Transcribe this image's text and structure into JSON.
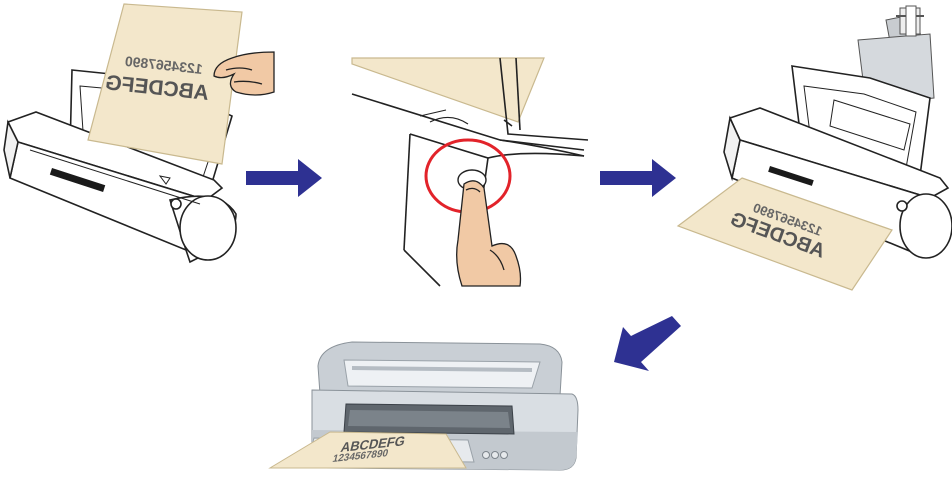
{
  "document": {
    "letters": "ABCDEFG",
    "numbers": "1234567890"
  },
  "colors": {
    "paper": "#f3e7cb",
    "paper_edge": "#c9b98f",
    "arrow": "#2e3192",
    "button_ring": "#e2232a",
    "skin": "#f1c9a5",
    "outline": "#222222",
    "printer_body": "#d9dee3"
  },
  "steps": [
    {
      "name": "insert-document",
      "icon": "scanner-with-paper"
    },
    {
      "name": "press-scan-button",
      "icon": "finger-press-button"
    },
    {
      "name": "document-ejected",
      "icon": "scanner-output"
    },
    {
      "name": "print-copy",
      "icon": "printer"
    }
  ]
}
